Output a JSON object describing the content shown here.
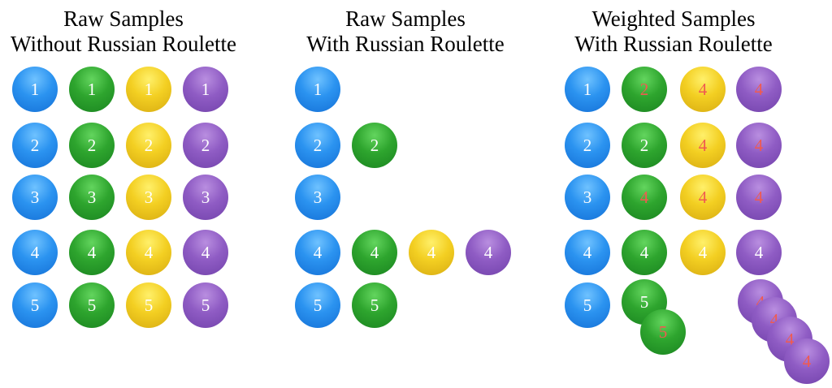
{
  "panels": [
    {
      "title_lines": [
        "Raw Samples",
        "Without Russian Roulette"
      ],
      "balls": [
        {
          "color": "blue",
          "label": "1"
        },
        {
          "color": "green",
          "label": "1"
        },
        {
          "color": "yellow",
          "label": "1"
        },
        {
          "color": "purple",
          "label": "1"
        },
        {
          "color": "blue",
          "label": "2"
        },
        {
          "color": "green",
          "label": "2"
        },
        {
          "color": "yellow",
          "label": "2"
        },
        {
          "color": "purple",
          "label": "2"
        },
        {
          "color": "blue",
          "label": "3"
        },
        {
          "color": "green",
          "label": "3"
        },
        {
          "color": "yellow",
          "label": "3"
        },
        {
          "color": "purple",
          "label": "3"
        },
        {
          "color": "blue",
          "label": "4"
        },
        {
          "color": "green",
          "label": "4"
        },
        {
          "color": "yellow",
          "label": "4"
        },
        {
          "color": "purple",
          "label": "4"
        },
        {
          "color": "blue",
          "label": "5"
        },
        {
          "color": "green",
          "label": "5"
        },
        {
          "color": "yellow",
          "label": "5"
        },
        {
          "color": "purple",
          "label": "5"
        }
      ]
    },
    {
      "title_lines": [
        "Raw Samples",
        "With Russian Roulette"
      ],
      "balls": [
        {
          "color": "blue",
          "label": "1"
        },
        {
          "color": "blue",
          "label": "2"
        },
        {
          "color": "green",
          "label": "2"
        },
        {
          "color": "blue",
          "label": "3"
        },
        {
          "color": "blue",
          "label": "4"
        },
        {
          "color": "green",
          "label": "4"
        },
        {
          "color": "yellow",
          "label": "4"
        },
        {
          "color": "purple",
          "label": "4"
        },
        {
          "color": "blue",
          "label": "5"
        },
        {
          "color": "green",
          "label": "5"
        }
      ]
    },
    {
      "title_lines": [
        "Weighted Samples",
        "With Russian Roulette"
      ],
      "balls": [
        {
          "color": "blue",
          "label": "1"
        },
        {
          "color": "green",
          "label": "2",
          "weighted": true
        },
        {
          "color": "yellow",
          "label": "4",
          "weighted": true
        },
        {
          "color": "purple",
          "label": "4",
          "weighted": true
        },
        {
          "color": "blue",
          "label": "2"
        },
        {
          "color": "green",
          "label": "2"
        },
        {
          "color": "yellow",
          "label": "4",
          "weighted": true
        },
        {
          "color": "purple",
          "label": "4",
          "weighted": true
        },
        {
          "color": "blue",
          "label": "3"
        },
        {
          "color": "green",
          "label": "4",
          "weighted": true
        },
        {
          "color": "yellow",
          "label": "4",
          "weighted": true
        },
        {
          "color": "purple",
          "label": "4",
          "weighted": true
        },
        {
          "color": "blue",
          "label": "4"
        },
        {
          "color": "green",
          "label": "4"
        },
        {
          "color": "yellow",
          "label": "4"
        },
        {
          "color": "purple",
          "label": "4"
        },
        {
          "color": "blue",
          "label": "5"
        },
        {
          "color": "green",
          "label": "5"
        },
        {
          "color": "green",
          "label": "5",
          "weighted": true
        },
        {
          "color": "purple",
          "label": "4",
          "weighted": true
        },
        {
          "color": "purple",
          "label": "4",
          "weighted": true
        },
        {
          "color": "purple",
          "label": "4",
          "weighted": true
        },
        {
          "color": "purple",
          "label": "4",
          "weighted": true
        }
      ]
    }
  ],
  "colors": {
    "blue": "#2b93f0",
    "green": "#2ea52e",
    "yellow": "#f3cf22",
    "purple": "#8f5cc4",
    "weighted_number": "#f05a4f"
  }
}
